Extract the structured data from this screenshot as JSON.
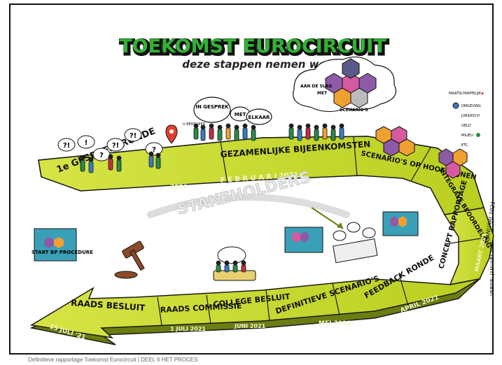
{
  "title": "TOEKOMST EUROCIRCUIT",
  "subtitle": "deze stappen nemen we",
  "stages": {
    "gespreksronde": "1e GESPREKSRONDE",
    "bijeenkomsten": "GEZAMENLIJKE BIJEENKOMSTEN",
    "hoofdlijnen": "SCENARIO'S OP HOOFDLIJNEN",
    "beoordeling": "INTEGRALE BEOORDELING",
    "concept": "CONCEPT RAPPORTAGE",
    "feedback": "FEEDBACK RONDE",
    "definitieve": "DEFINITIEVE SCENARIO'S",
    "college": "COLLEGE BESLUIT",
    "commissie": "RAADS COMMISSIE",
    "raadsbesluit": "RAADS BESLUIT"
  },
  "dates": {
    "y2020": "2020",
    "februari": "F E B R U A R I 2021",
    "januari": "JANUARI 2021",
    "maart": "MAART 2021",
    "april": "APRIL 2021",
    "mei": "MEI 2021",
    "juni": "JUNI 2021",
    "juli1": "1 JULI 2021",
    "juli15": "15 JULI '21"
  },
  "labels": {
    "stakeholders": "STAKEHOLDERS",
    "in_gesprek": "IN GESPREK",
    "met": "MET",
    "elkaar": "ELKAAR",
    "u_bent_hier": "U BENT HIER",
    "aan_de_slag": "AAN DE SLAG",
    "met2": "MET",
    "scenarios": "SCENARIO'S",
    "start_bp": "START BP PROCEDURE",
    "versie": "VERSIE: JANUARI 2021"
  },
  "criteria": {
    "maatschappelijk": "MAATSCHAPPELIJK",
    "omgeving": "OMGEVING",
    "juridisch": "JURIDISCH",
    "geld": "GELD",
    "milieu": "MILIEU",
    "etc": "ETC."
  },
  "caption": "Definitieve rapportage Toekomst Eurocircuit | DEEL II HET PROCES",
  "colors": {
    "path_top": "#c8dc2a",
    "path_side": "#6b7d10",
    "title_green": "#2fa52f",
    "hex_purple": "#8e5aa8",
    "hex_pink": "#d65aa0",
    "hex_orange": "#f0a030"
  }
}
